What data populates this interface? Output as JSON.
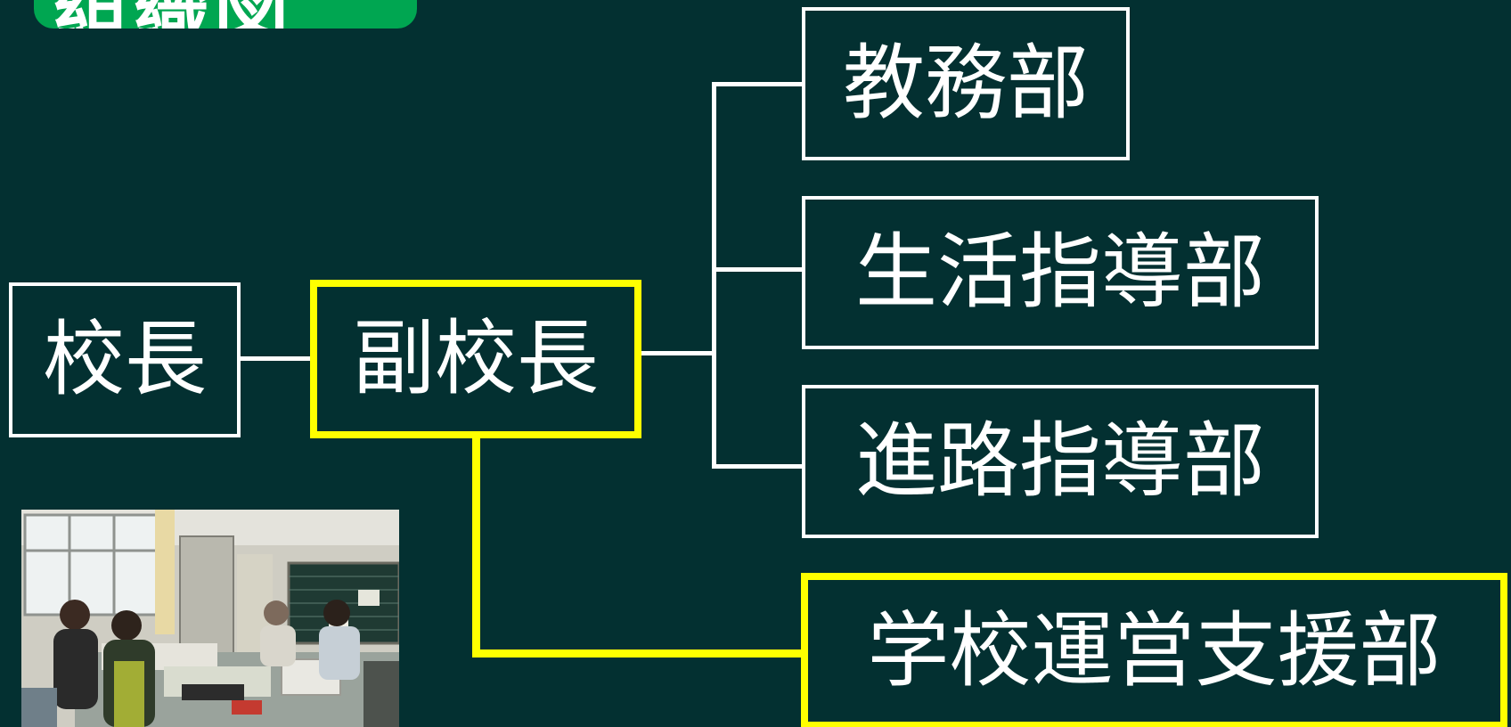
{
  "title": "組織図",
  "org": {
    "principal": "校長",
    "vice_principal": "副校長",
    "departments": [
      {
        "label": "教務部",
        "highlight": false
      },
      {
        "label": "生活指導部",
        "highlight": false
      },
      {
        "label": "進路指導部",
        "highlight": false
      },
      {
        "label": "学校運営支援部",
        "highlight": true
      }
    ]
  },
  "colors": {
    "background": "#033031",
    "line": "#ffffff",
    "highlight": "#ffff00",
    "title_badge": "#00a651"
  },
  "photo": {
    "description_icon": "office-photo"
  }
}
